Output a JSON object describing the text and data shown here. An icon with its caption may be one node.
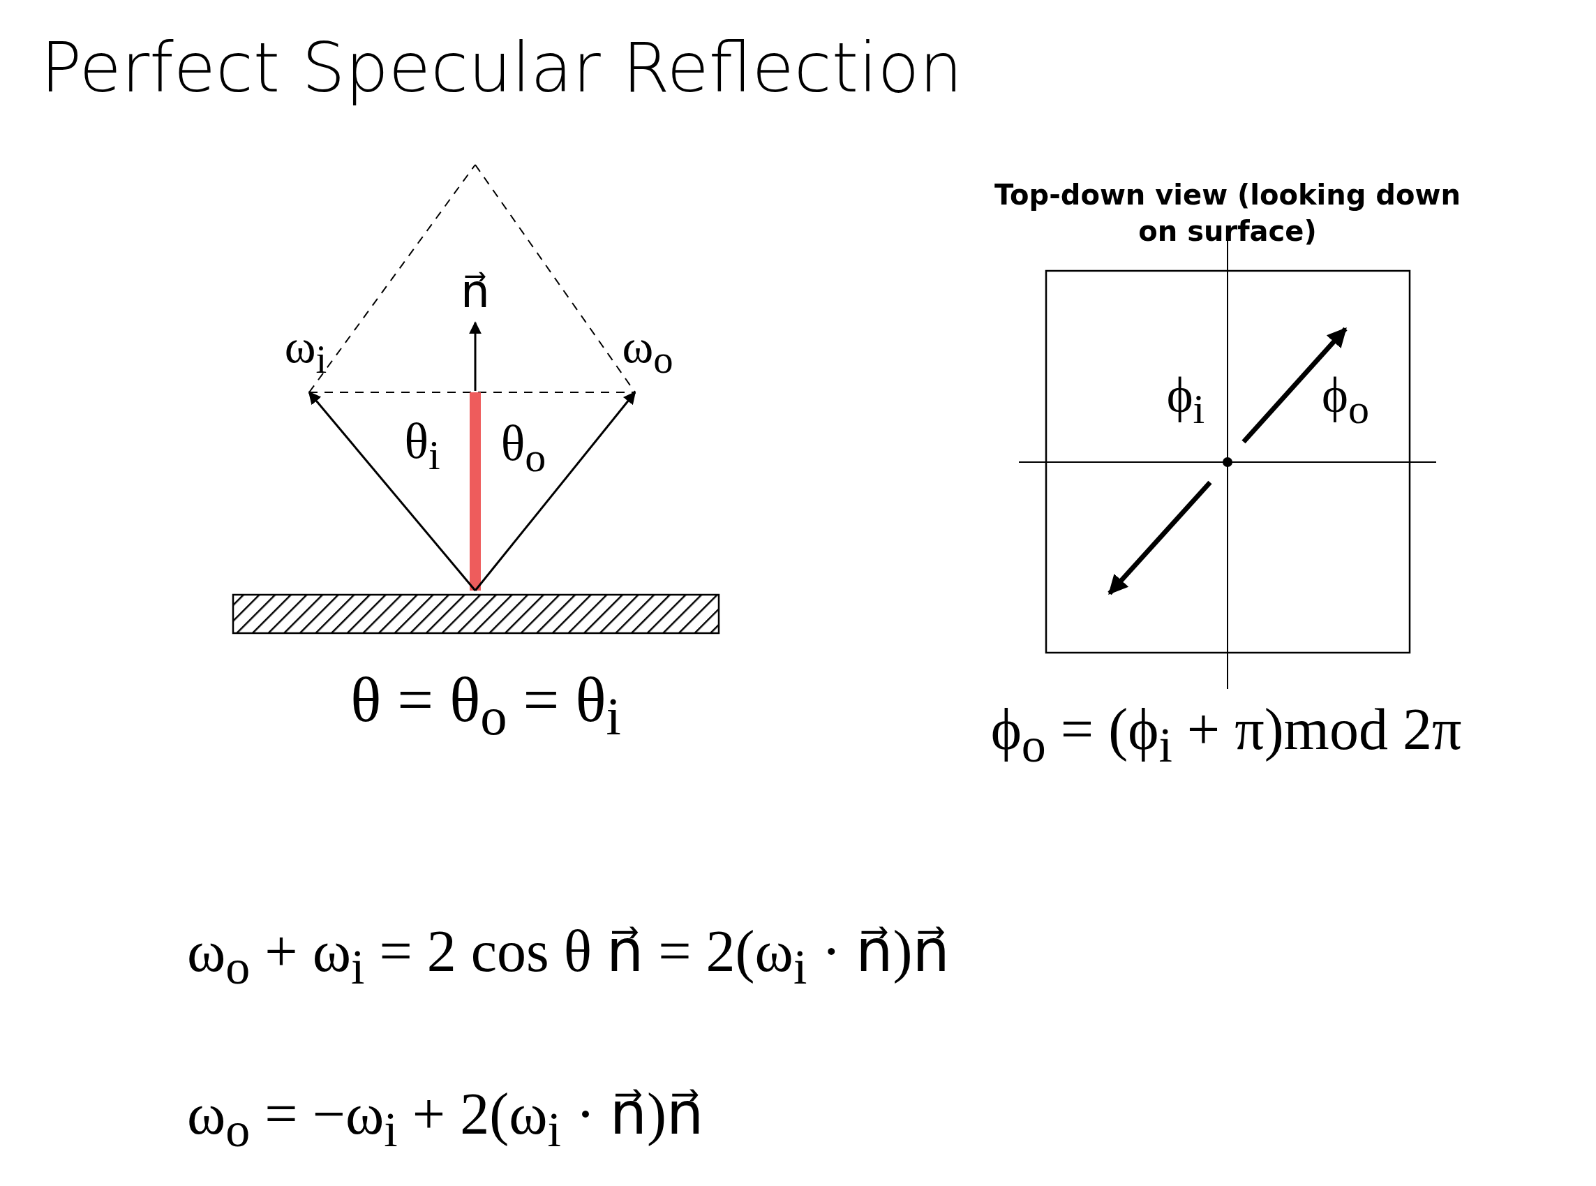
{
  "diagram": {
    "title": "Perfect Specular Reflection",
    "labels": [
      "ω$_{i}$",
      "n⃗",
      "ω$_{o}$",
      "θ$_{i}$",
      "θ$_{o}$",
      "θ = θ$_{o}$ = θ$_{i}$",
      "Top-down view (looking down on surface)",
      "ϕ$_{i}$",
      "ϕ$_{o}$",
      "ϕ$_{o}$ = (ϕ$_{i}$ + π)mod 2π",
      "ω$_{o}$ + ω$_{i}$ = 2 cos θ n⃗ = 2(ω$_{i}$ · n⃗)n⃗",
      "ω$_{o}$ = −ω$_{i}$ + 2(ω$_{i}$ · n⃗)n⃗"
    ]
  }
}
